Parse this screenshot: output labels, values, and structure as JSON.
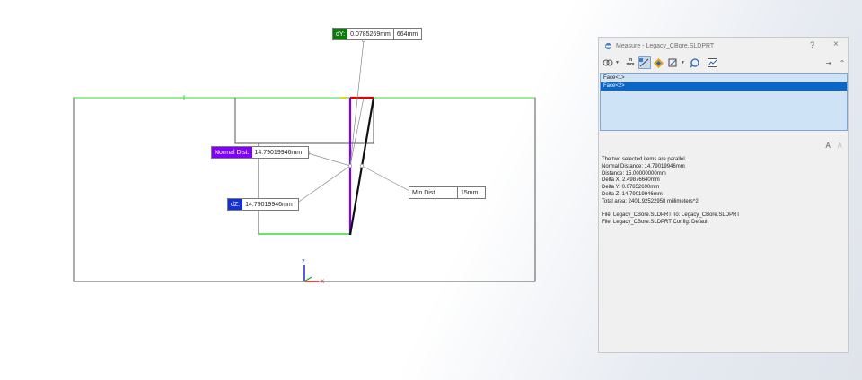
{
  "canvas": {
    "callouts": {
      "delta_y": {
        "tag": "dY:",
        "value": "0.0785269mm",
        "extra": "664mm"
      },
      "normal_dist": {
        "tag": "Normal Dist:",
        "value": "14.79019946mm"
      },
      "delta_z": {
        "tag": "dZ:",
        "value": "14.79019946mm"
      },
      "min_dist": {
        "label": "Min Dist",
        "value": "15mm"
      }
    },
    "triad": {
      "z_label": "Z",
      "x_label": "X"
    },
    "colors": {
      "green_edge": "#33dd33",
      "purple_edge": "#8000ff",
      "red_edge": "#e00000",
      "outline": "#555555"
    }
  },
  "panel": {
    "title": "Measure - Legacy_CBore.SLDPRT",
    "controls": {
      "help": "?",
      "close": "×"
    },
    "toolbar": {
      "arc_icon": "arc-circle-measure-icon",
      "units_label_top": "in",
      "units_label_bottom": "mm",
      "icons": [
        "point-to-point-icon",
        "projection-icon",
        "xyz-icon",
        "history-icon",
        "sensor-icon"
      ],
      "pin": "⇥",
      "collapse": "⌃"
    },
    "selections": [
      "Face<1>",
      "Face<2>"
    ],
    "selected_index": 1,
    "font_buttons": {
      "larger": "A",
      "smaller": "A"
    },
    "results": [
      "The two selected items are parallel.",
      "Normal Distance: 14.79019946mm",
      "Distance: 15.00000000mm",
      "Delta X: 2.49876640mm",
      "Delta Y: 0.07852690mm",
      "Delta Z: 14.79019946mm",
      "Total area: 2401.92522958 millimeters^2",
      "",
      "File: Legacy_CBore.SLDPRT To: Legacy_CBore.SLDPRT",
      "File: Legacy_CBore.SLDPRT Config: Default"
    ]
  }
}
